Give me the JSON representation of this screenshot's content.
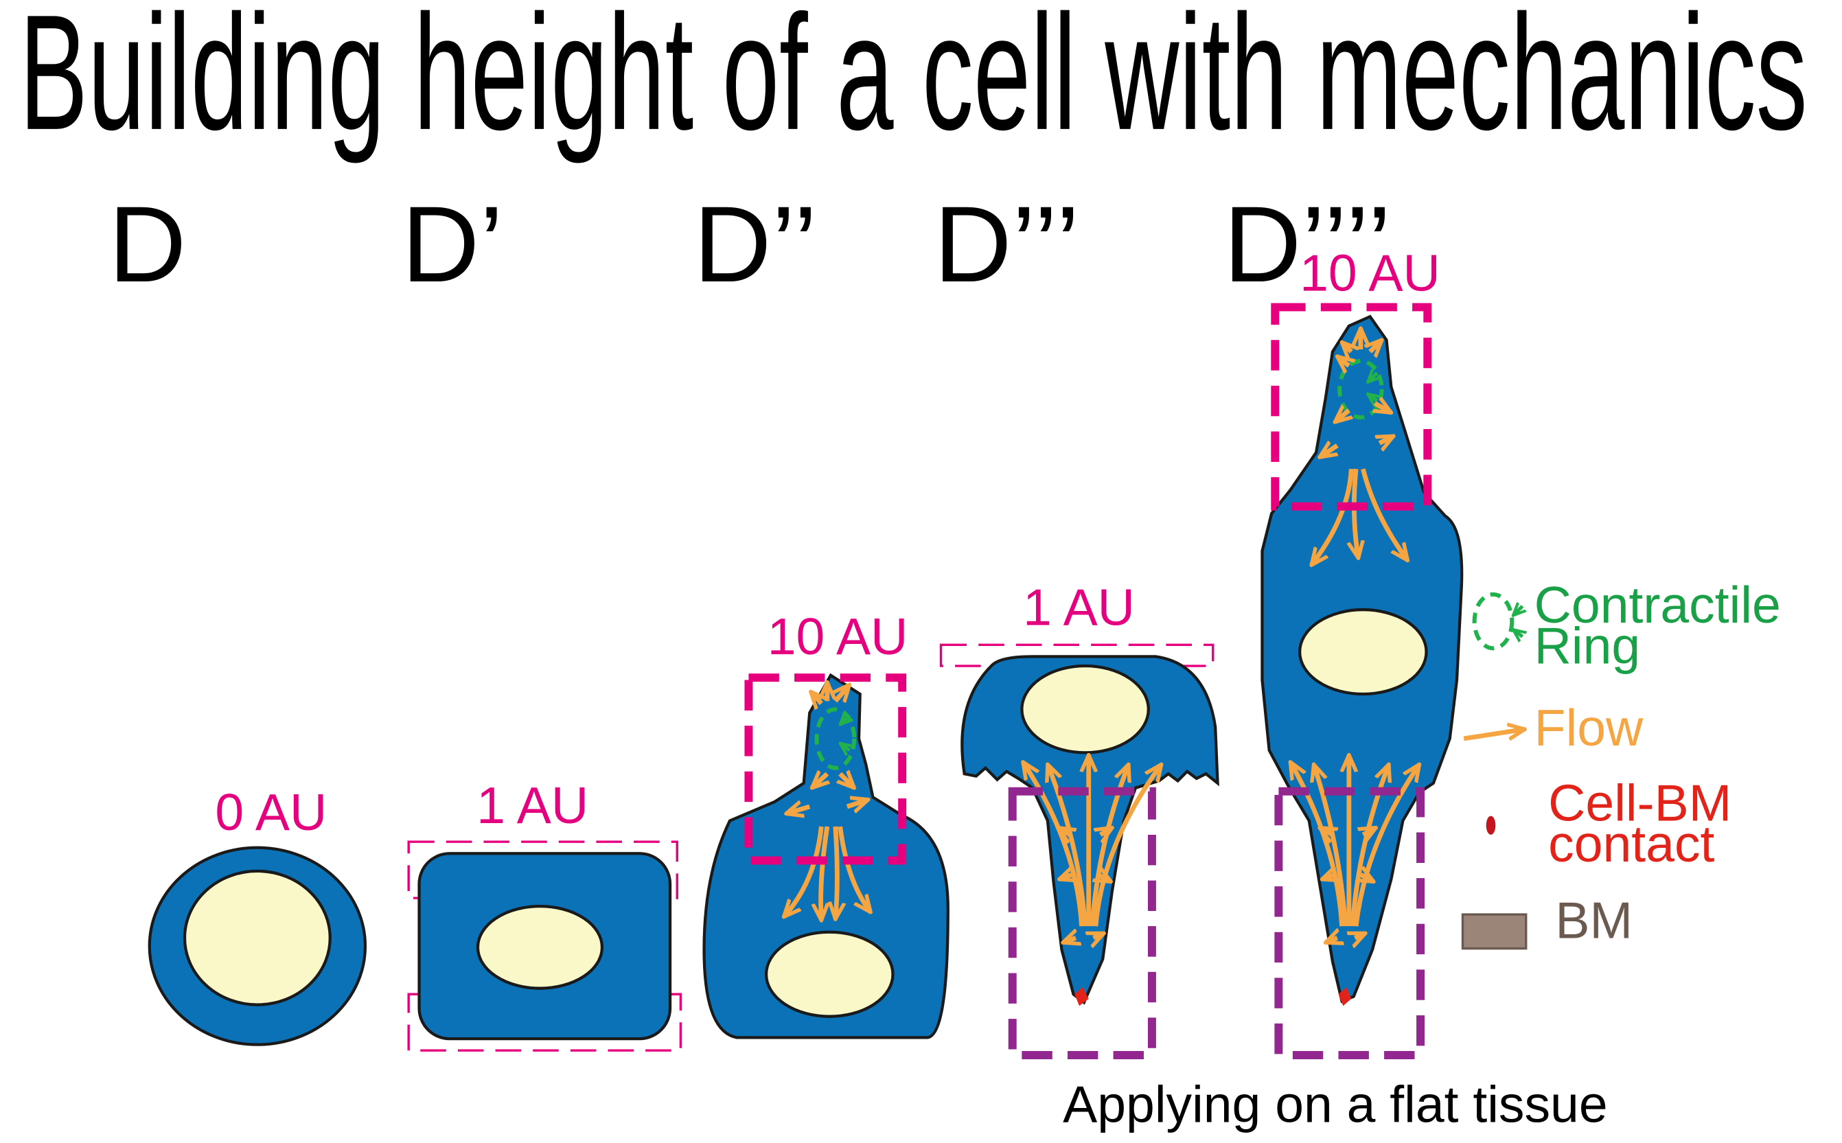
{
  "title": "Building height of a cell with mechanics",
  "panels": {
    "d1": {
      "label": "D",
      "value": "0 AU"
    },
    "d2": {
      "label": "D’",
      "value": "1 AU"
    },
    "d3": {
      "label": "D’’",
      "value": "10 AU"
    },
    "d4": {
      "label": "D’’’",
      "value": "1 AU"
    },
    "d5": {
      "label": "D’’’’",
      "value": "10 AU"
    }
  },
  "legend": {
    "ring_line1": "Contractile",
    "ring_line2": "Ring",
    "flow": "Flow",
    "contact_line1": "Cell-BM",
    "contact_line2": "contact",
    "bm": "BM"
  },
  "footer": "Applying on a flat tissue",
  "colors": {
    "cell": "#0c72b8",
    "nucleus": "#faf7c8",
    "magenta": "#e6007e",
    "purple": "#92278f",
    "flow": "#f5a541",
    "ring": "#22b24c",
    "contact": "#e2231a",
    "bm": "#9b8579"
  }
}
